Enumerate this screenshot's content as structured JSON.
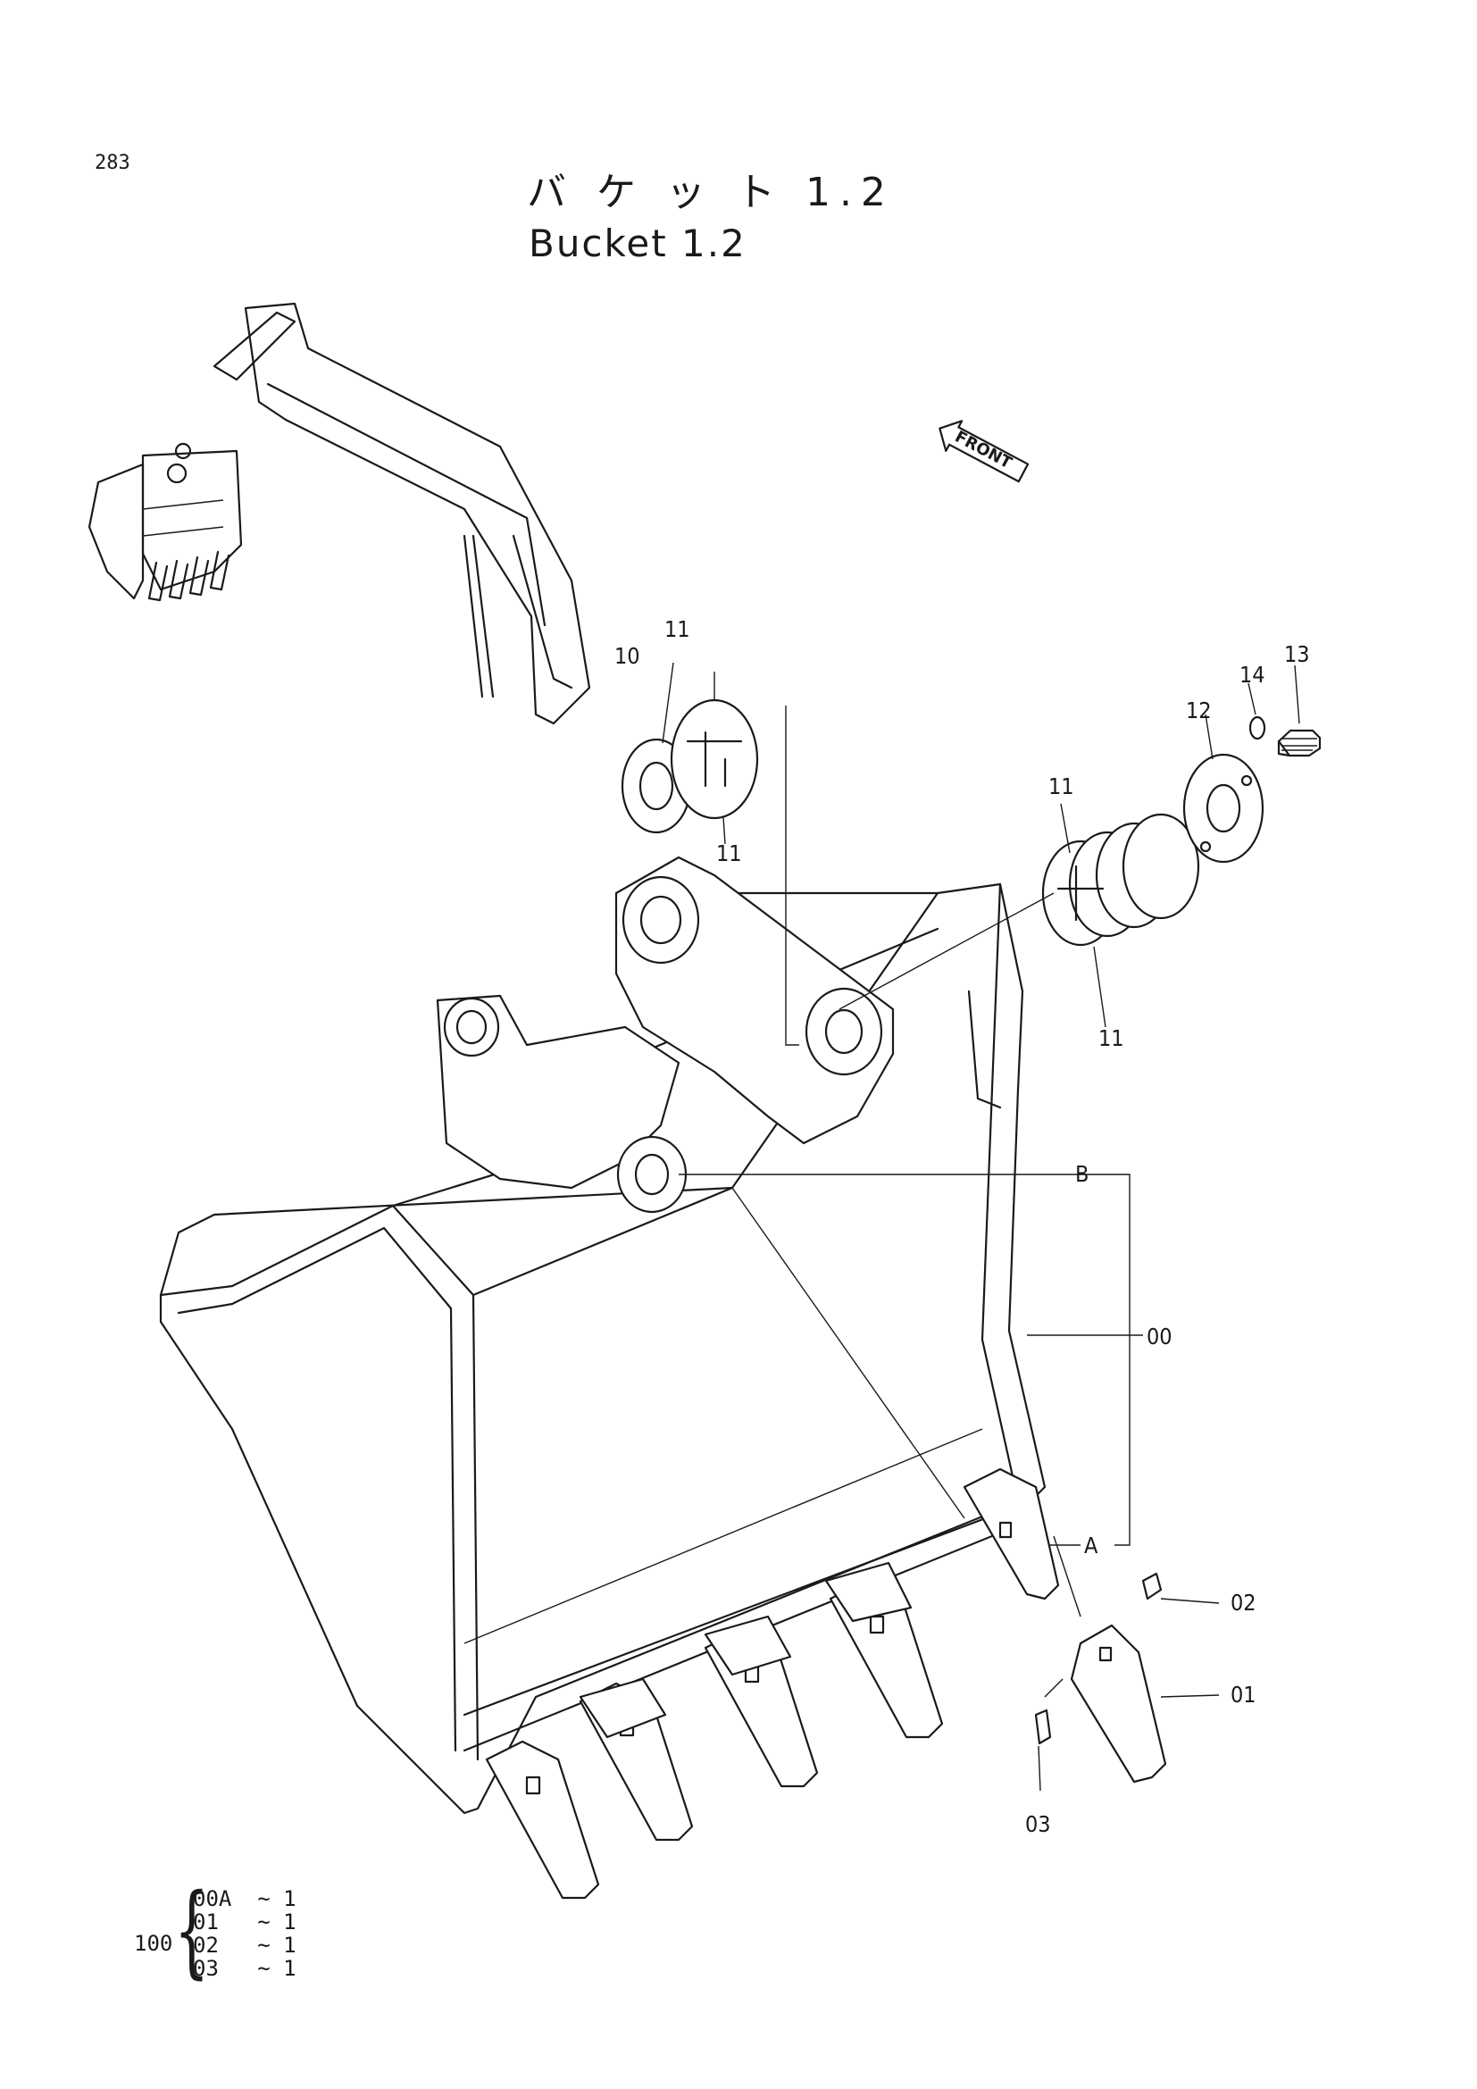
{
  "page_number": "283",
  "title": {
    "japanese": "バ ケ ッ ト 1.2",
    "english": "Bucket 1.2"
  },
  "direction_arrow": {
    "label": "FRONT",
    "icon": "front-arrow-icon"
  },
  "callouts": {
    "c10": "10",
    "c11_top": "11",
    "c11_mid": "11",
    "c11_right_top": "11",
    "c11_right_bottom": "11",
    "c12": "12",
    "c13": "13",
    "c14": "14",
    "cB": "B",
    "c00": "00",
    "cA": "A",
    "c02": "02",
    "c01": "01",
    "c03": "03"
  },
  "parts_kit": {
    "assembly": "100",
    "rows": [
      {
        "part": "00A",
        "sep": "~",
        "qty": "1"
      },
      {
        "part": "01",
        "sep": "~",
        "qty": "1"
      },
      {
        "part": "02",
        "sep": "~",
        "qty": "1"
      },
      {
        "part": "03",
        "sep": "~",
        "qty": "1"
      }
    ]
  }
}
